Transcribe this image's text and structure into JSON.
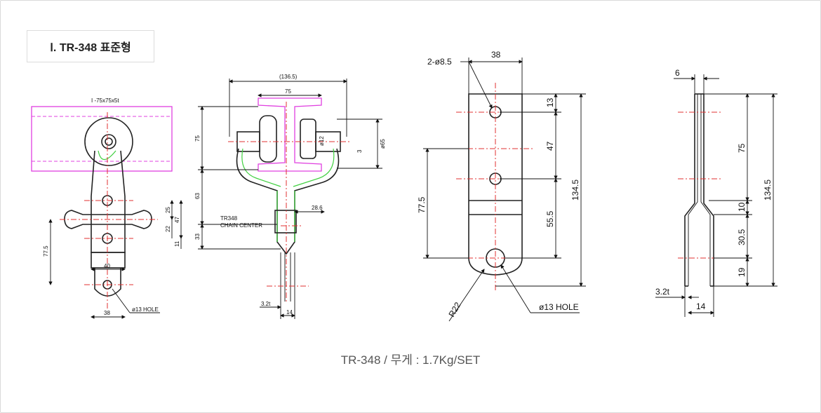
{
  "title": "Ⅰ. TR-348 표준형",
  "caption": "TR-348 / 무게 : 1.7Kg/SET",
  "view1": {
    "beam_label": "I -75x75x5t",
    "dims": [
      "77.5",
      "25",
      "47",
      "22",
      "11",
      "40",
      "38"
    ],
    "hole_label": "ø13 HOLE"
  },
  "view2": {
    "dims_top": [
      "(136.5)",
      "75"
    ],
    "dims_left": [
      "75",
      "63",
      "33"
    ],
    "dims_right": [
      "ø65",
      "ø12",
      "3"
    ],
    "dim_28": "28.6",
    "chain_label_1": "TR348",
    "chain_label_2": "CHAIN CENTER",
    "dim_thick": "3.2t",
    "dim_width": "14"
  },
  "view3": {
    "hole_spec": "2-ø8.5",
    "dim_top": "38",
    "dims_right": [
      "13",
      "47",
      "55.5"
    ],
    "dim_total": "134.5",
    "dim_left": "77.5",
    "radius": "R22",
    "hole_label": "ø13 HOLE"
  },
  "view4": {
    "dim_top": "6",
    "dims_right": [
      "75",
      "10",
      "30.5",
      "19"
    ],
    "dim_total": "134.5",
    "dim_thick": "3.2t",
    "dim_width": "14"
  }
}
